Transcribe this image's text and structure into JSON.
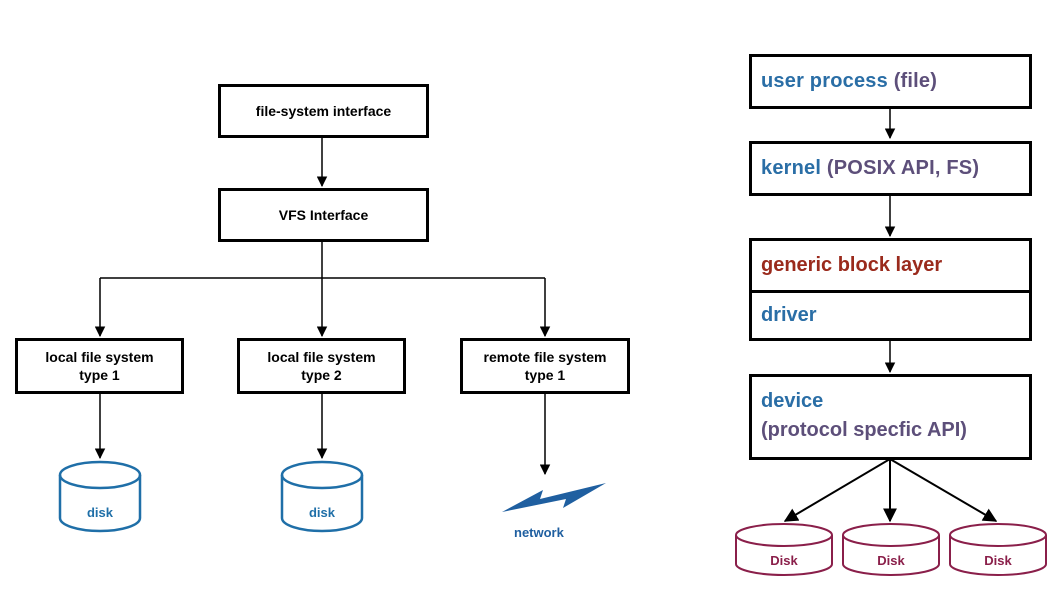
{
  "left_diagram": {
    "top_box": "file-system interface",
    "vfs_box": "VFS Interface",
    "fs_boxes": [
      {
        "line1": "local file system",
        "line2": "type 1"
      },
      {
        "line1": "local file system",
        "line2": "type 2"
      },
      {
        "line1": "remote file system",
        "line2": "type 1"
      }
    ],
    "storage": {
      "disk1": "disk",
      "disk2": "disk",
      "network": "network"
    }
  },
  "right_diagram": {
    "user_process": {
      "label": "user process",
      "suffix": "(file)"
    },
    "kernel": {
      "label": "kernel",
      "suffix": "(POSIX API, FS)"
    },
    "block_layer": "generic block layer",
    "driver": "driver",
    "device": {
      "label": "device",
      "suffix": "(protocol specfic API)"
    },
    "disks": [
      "Disk",
      "Disk",
      "Disk"
    ]
  },
  "colors": {
    "blue": "#2a6ea6",
    "purple": "#5d4f7a",
    "red": "#9a2a1c",
    "disk_left": "#1f6fa8",
    "disk_right": "#8a1f4a",
    "network": "#1f5fa0"
  }
}
